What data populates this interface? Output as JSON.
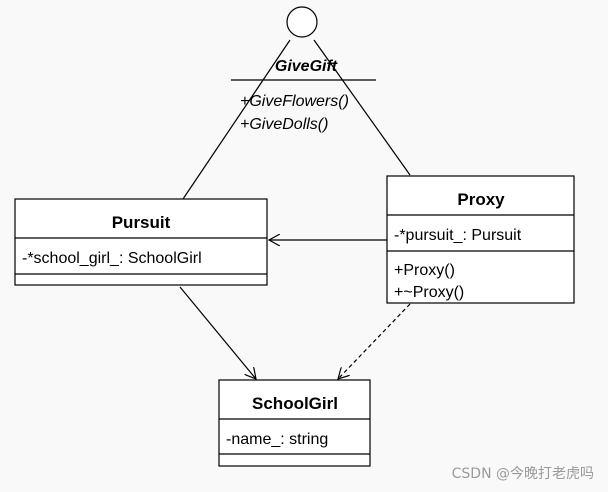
{
  "interface": {
    "name": "GiveGift",
    "methods": [
      "+GiveFlowers()",
      "+GiveDolls()"
    ]
  },
  "classes": {
    "pursuit": {
      "name": "Pursuit",
      "attributes": [
        "-*school_girl_: SchoolGirl"
      ],
      "methods": []
    },
    "proxy": {
      "name": "Proxy",
      "attributes": [
        "-*pursuit_: Pursuit"
      ],
      "methods": [
        "+Proxy()",
        "+~Proxy()"
      ]
    },
    "schoolgirl": {
      "name": "SchoolGirl",
      "attributes": [
        "-name_: string"
      ],
      "methods": []
    }
  },
  "relations": [
    {
      "from": "Pursuit",
      "to": "GiveGift",
      "kind": "realization (lollipop)"
    },
    {
      "from": "Proxy",
      "to": "GiveGift",
      "kind": "realization (lollipop)"
    },
    {
      "from": "Proxy",
      "to": "Pursuit",
      "kind": "association"
    },
    {
      "from": "Pursuit",
      "to": "SchoolGirl",
      "kind": "association"
    },
    {
      "from": "Proxy",
      "to": "SchoolGirl",
      "kind": "dependency"
    }
  ],
  "watermark": "CSDN @今晚打老虎吗"
}
